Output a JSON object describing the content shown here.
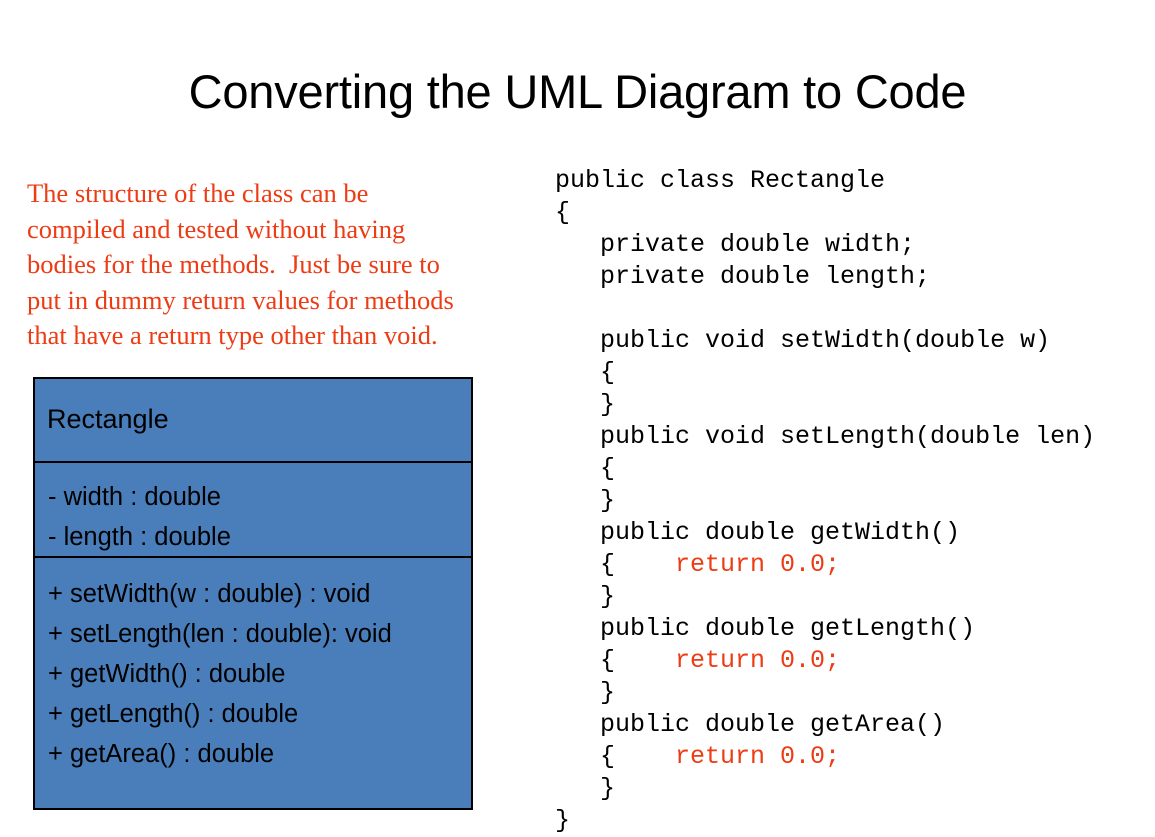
{
  "slide": {
    "title": "Converting the UML Diagram to Code"
  },
  "note": {
    "color": "#ED3B14",
    "lines": [
      "The structure of the class can be",
      "compiled and tested without having",
      "bodies for the methods.  Just be sure to",
      "put in dummy return values for methods",
      "that have a return type other than void."
    ]
  },
  "uml_class": {
    "fill_color": "#4A7EBB",
    "border_color": "#000000",
    "name": "Rectangle",
    "attributes": [
      "- width : double",
      "- length : double"
    ],
    "operations": [
      "+ setWidth(w : double) : void",
      "+ setLength(len : double): void",
      "+ getWidth() : double",
      "+ getLength() : double",
      "+ getArea() : double"
    ]
  },
  "code": {
    "language": "Java",
    "highlight_color": "#ED3B14",
    "lines": [
      {
        "text": "public class Rectangle",
        "style": "plain"
      },
      {
        "text": "{",
        "style": "plain"
      },
      {
        "text": "   private double width;",
        "style": "plain"
      },
      {
        "text": "   private double length;",
        "style": "plain"
      },
      {
        "text": "",
        "style": "plain"
      },
      {
        "text": "   public void setWidth(double w)",
        "style": "plain"
      },
      {
        "text": "   {",
        "style": "plain"
      },
      {
        "text": "   }",
        "style": "plain"
      },
      {
        "text": "   public void setLength(double len)",
        "style": "plain"
      },
      {
        "text": "   {",
        "style": "plain"
      },
      {
        "text": "   }",
        "style": "plain"
      },
      {
        "text": "   public double getWidth()",
        "style": "plain"
      },
      {
        "text": "   {",
        "red": "    return 0.0;",
        "style": "split"
      },
      {
        "text": "   }",
        "style": "plain"
      },
      {
        "text": "   public double getLength()",
        "style": "plain"
      },
      {
        "text": "   {",
        "red": "    return 0.0;",
        "style": "split"
      },
      {
        "text": "   }",
        "style": "plain"
      },
      {
        "text": "   public double getArea()",
        "style": "plain"
      },
      {
        "text": "   {",
        "red": "    return 0.0;",
        "style": "split"
      },
      {
        "text": "   }",
        "style": "plain"
      },
      {
        "text": "}",
        "style": "plain"
      }
    ]
  }
}
